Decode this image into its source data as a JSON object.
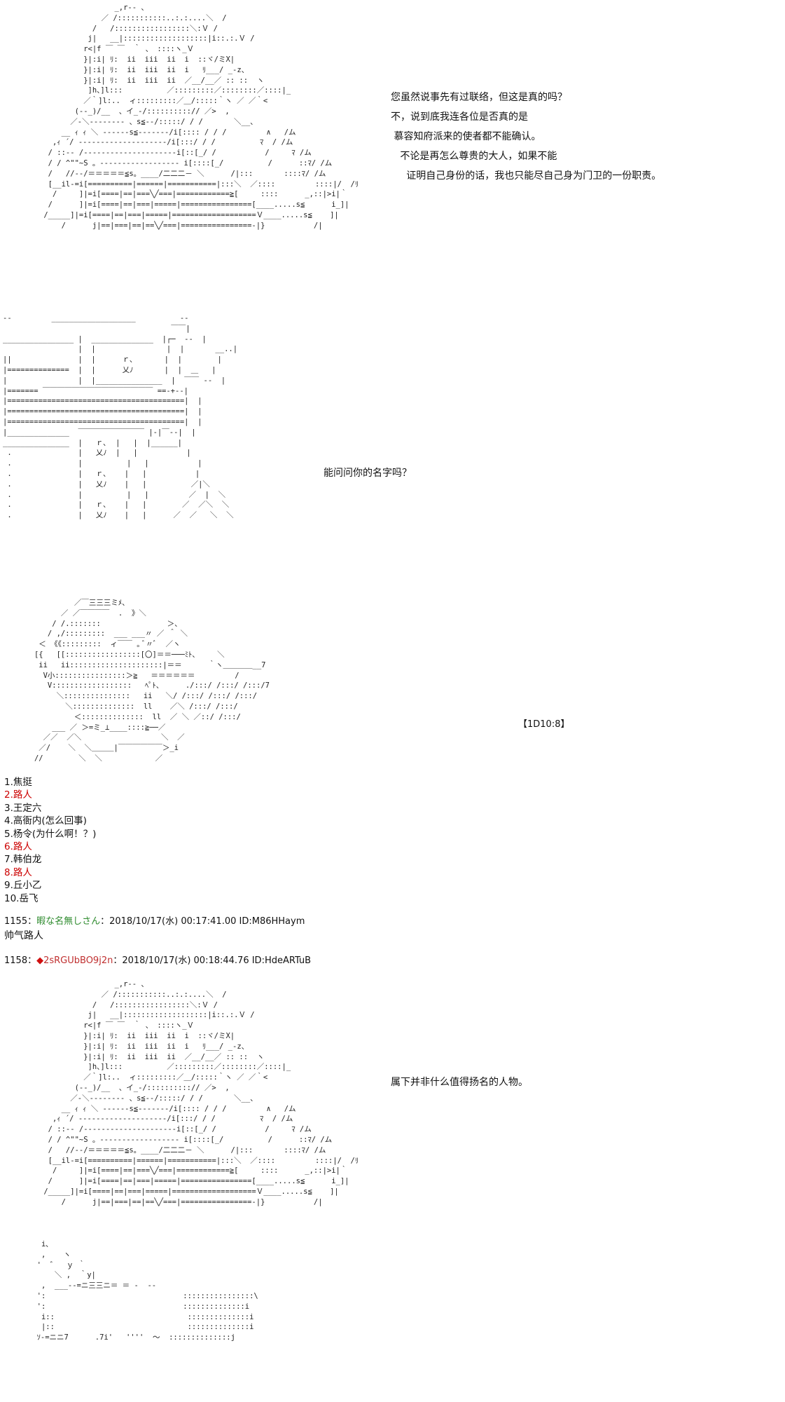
{
  "dialog_top": [
    "您虽然说事先有过联络，但这是真的吗？",
    "不，说到底我连各位是否真的是",
    " 慕容知府派来的使者都不能确认。",
    "   不论是再怎么尊贵的大人，如果不能",
    "     证明自己身份的话，我也只能尽自己身为门卫的一份职责。"
  ],
  "dialog_mid": "能问问你的名字吗？",
  "roll": "【1D10:8】",
  "choices": [
    {
      "text": "1.焦挺",
      "highlight": false
    },
    {
      "text": "2.路人",
      "highlight": true
    },
    {
      "text": "3.王定六",
      "highlight": false
    },
    {
      "text": "4.高衙内(怎么回事)",
      "highlight": false
    },
    {
      "text": "5.杨令(为什么啊！？)",
      "highlight": false
    },
    {
      "text": "6.路人",
      "highlight": true
    },
    {
      "text": "7.韩伯龙",
      "highlight": false
    },
    {
      "text": "8.路人",
      "highlight": true
    },
    {
      "text": "9.丘小乙",
      "highlight": false
    },
    {
      "text": "10.岳飞",
      "highlight": false
    }
  ],
  "post1155": {
    "number": "1155：",
    "name": "暇な名無しさん",
    "meta": "：2018/10/17(水) 00:17:41.00 ID:M86HHaym",
    "body": "帅气路人"
  },
  "post1158": {
    "number": "1158：",
    "mark": "◆",
    "trip": "2sRGUbBO9j2n",
    "meta": "：2018/10/17(水) 00:18:44.76 ID:HdeARTuB"
  },
  "dialog_bottom": "属下并非什么值得扬名的人物。",
  "colors": {
    "highlight": "#cc0000",
    "name_green": "#2e8b2e",
    "trip_red": "#c03030"
  }
}
